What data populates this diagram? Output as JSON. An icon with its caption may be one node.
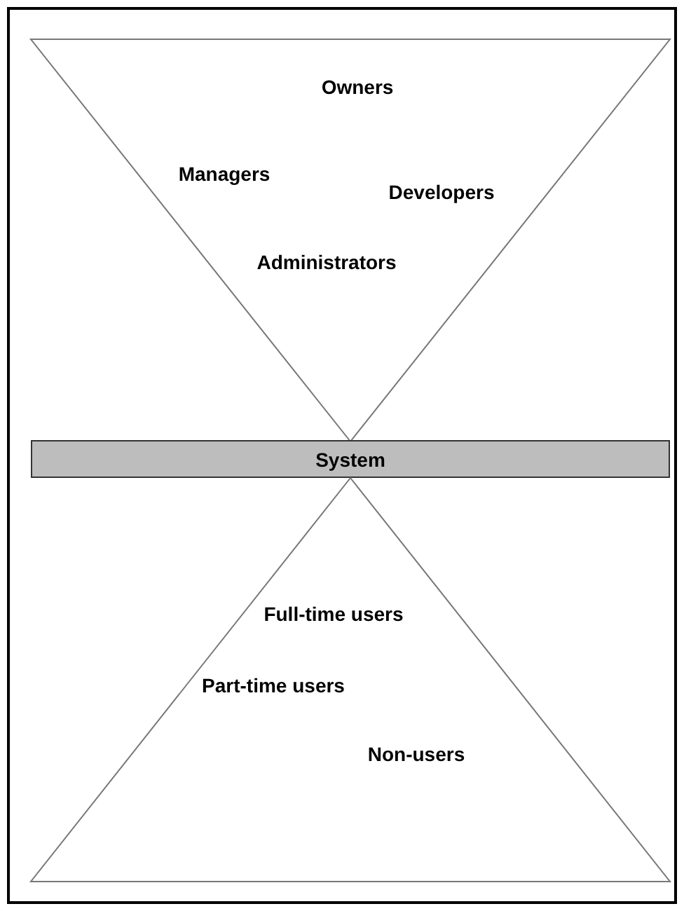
{
  "diagram": {
    "nodes": [
      {
        "text": [
          "Owners",
          "Managers",
          "Developers",
          "Administrators"
        ]
      },
      {
        "text": [
          "System"
        ]
      },
      {
        "text": [
          "Full-time users",
          "Part-time users",
          "Non-users"
        ]
      }
    ]
  }
}
